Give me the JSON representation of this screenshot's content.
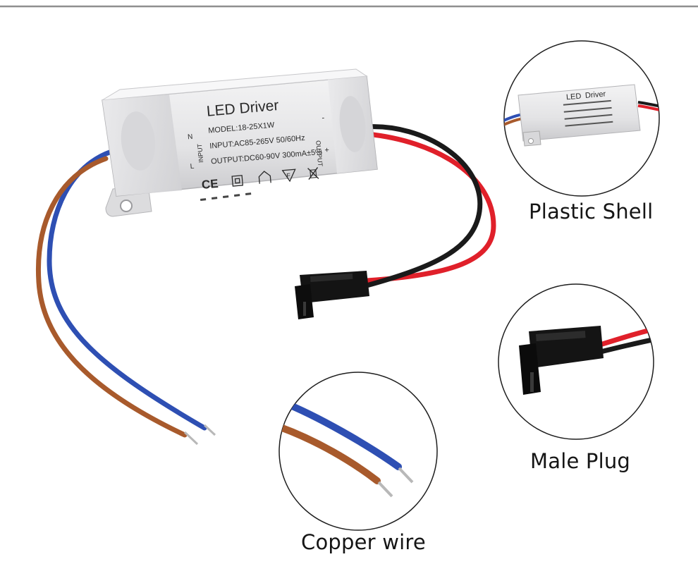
{
  "product": {
    "title": "LED  Driver",
    "model": "MODEL:18-25X1W",
    "input_spec": "INPUT:AC85-265V 50/60Hz",
    "output_spec": "OUTPUT:DC60-90V 300mA±5%",
    "input_side_label": "INPUT",
    "output_side_label": "OUTPUT",
    "pin_n": "N",
    "pin_l": "L",
    "pin_minus": "-",
    "pin_plus": "+",
    "ce_mark": "CE",
    "f_mark": "F"
  },
  "callouts": {
    "shell": "Plastic Shell",
    "plug": "Male Plug",
    "wire": "Copper wire"
  },
  "colors": {
    "shell": "#e6e6e8",
    "blue_wire": "#2e4fb3",
    "brown_wire": "#a85a2c",
    "red_wire": "#e0202a",
    "black_wire": "#1a1a1a",
    "plug": "#141414"
  }
}
